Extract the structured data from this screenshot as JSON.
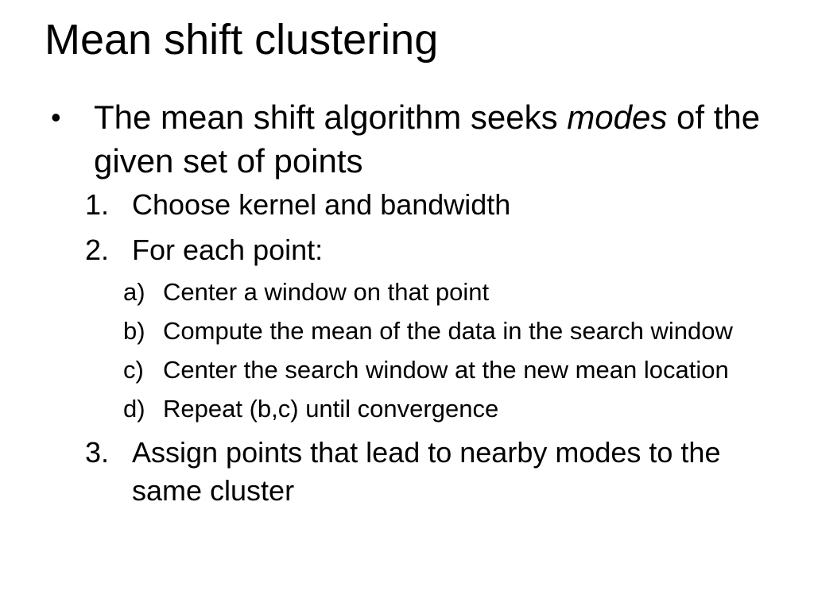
{
  "slide": {
    "colors": {
      "background": "#ffffff",
      "text": "#000000"
    },
    "title": "Mean shift clustering",
    "bullet": {
      "marker": "•",
      "line1_before_italic": "The mean shift algorithm seeks ",
      "line1_italic": "modes",
      "line1_after_italic": " of the",
      "line2": "given set of points"
    },
    "numbered": [
      {
        "marker": "1.",
        "text": "Choose kernel and bandwidth"
      },
      {
        "marker": "2.",
        "text": "For each point:"
      },
      {
        "marker": "3.",
        "line1": "Assign points that lead to nearby modes to the",
        "line2": "same cluster"
      }
    ],
    "lettered": [
      {
        "marker": "a)",
        "text": "Center a window on that point"
      },
      {
        "marker": "b)",
        "text": "Compute the mean of the data in the search window"
      },
      {
        "marker": "c)",
        "text": "Center the search window at the new mean location"
      },
      {
        "marker": "d)",
        "text": "Repeat (b,c) until convergence"
      }
    ]
  }
}
